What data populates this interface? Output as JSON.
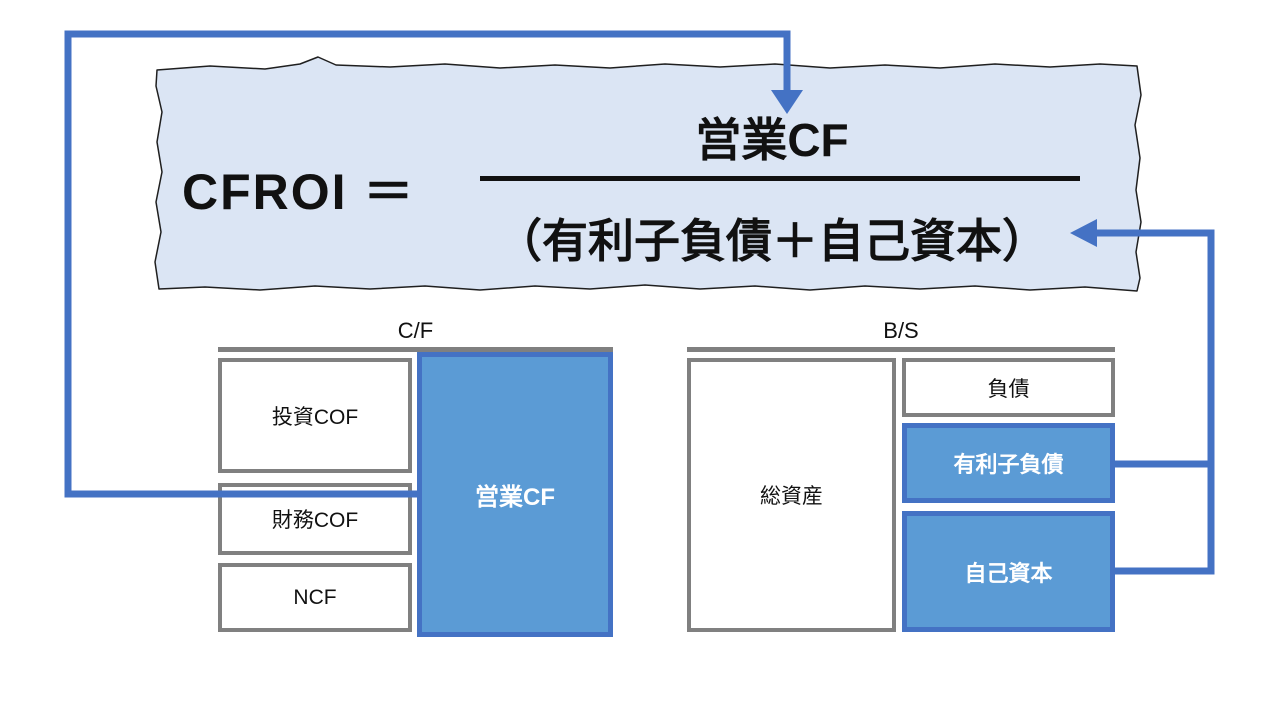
{
  "formula": {
    "lhs": "CFROI ＝",
    "numerator": "営業CF",
    "denominator": "（有利子負債＋自己資本）"
  },
  "cf_section": {
    "label": "C/F",
    "items": [
      "投資COF",
      "財務COF",
      "NCF"
    ],
    "highlight_label": "営業CF"
  },
  "bs_section": {
    "label": "B/S",
    "asset_label": "総資産",
    "items": [
      "負債",
      "有利子負債",
      "自己資本"
    ]
  },
  "colors": {
    "accent_blue": "#4472C4",
    "box_blue": "#5B9BD5",
    "formula_bg": "#DBE5F4",
    "border_gray": "#808080",
    "text": "#111111"
  }
}
